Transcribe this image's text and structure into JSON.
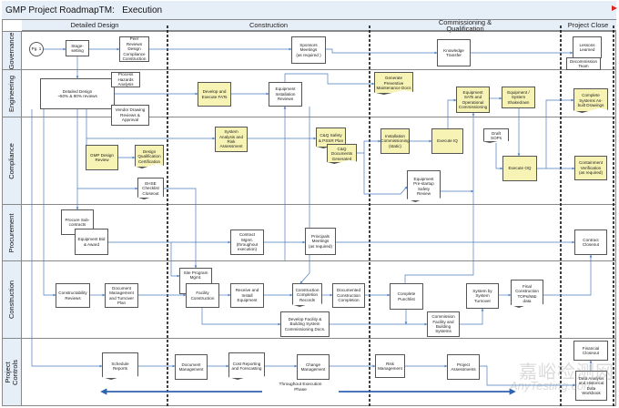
{
  "title": "GMP Project RoadmapTM:   Execution",
  "phases": [
    "Detailed Design",
    "Construction",
    "Commissioning &\nQualification",
    "Project Close"
  ],
  "lanes": [
    {
      "label": "Governance",
      "nodes": [
        {
          "label": "Pg. 1",
          "shape": "circle",
          "fill": "white"
        },
        {
          "label": "Stage-\nsetting",
          "shape": "process",
          "fill": "white"
        },
        {
          "label": "Peer\nReviews\nDesign\nCompliance\nConstruction",
          "shape": "process",
          "fill": "white"
        },
        {
          "label": "Sponsors\nMeetings\n(as required )",
          "shape": "process",
          "fill": "white"
        },
        {
          "label": "Knowledge\nTransfer",
          "shape": "process",
          "fill": "white"
        },
        {
          "label": "Lessons\nLearned",
          "shape": "process",
          "fill": "white"
        },
        {
          "label": "Decommission\nTeam",
          "shape": "process",
          "fill": "white"
        }
      ]
    },
    {
      "label": "Engineering",
      "nodes": [
        {
          "label": "Detailed Design\n~50% & 90% reviews",
          "shape": "process",
          "fill": "white"
        },
        {
          "label": "Process\nHazards\nAnalysis",
          "shape": "process",
          "fill": "white"
        },
        {
          "label": "Vendor Drawing\nReviews &\nApproval",
          "shape": "process",
          "fill": "white"
        },
        {
          "label": "Develop and\nExecute FATs",
          "shape": "process",
          "fill": "yellow"
        },
        {
          "label": "Equipment\nInstallation\nReviews",
          "shape": "process",
          "fill": "white"
        },
        {
          "label": "Generate\nPreventive\nMaintenance Docs",
          "shape": "document",
          "fill": "yellow"
        },
        {
          "label": "Equipment\nSATs and\nOperational\nCommissioning",
          "shape": "process",
          "fill": "yellow"
        },
        {
          "label": "Equipment /\nSystem\nShakedown",
          "shape": "process",
          "fill": "yellow"
        },
        {
          "label": "Complete\nSystems As-\nbuilt Drawings",
          "shape": "document",
          "fill": "yellow"
        }
      ]
    },
    {
      "label": "Compliance",
      "nodes": [
        {
          "label": "System\nAnalysis and\nRisk\nAssessment",
          "shape": "process",
          "fill": "yellow"
        },
        {
          "label": "GMP Design\nReview",
          "shape": "process",
          "fill": "yellow"
        },
        {
          "label": "Design\nQualification\nCertification",
          "shape": "document",
          "fill": "yellow"
        },
        {
          "label": "EHSE\nChecklist\nCloseout",
          "shape": "document",
          "fill": "white"
        },
        {
          "label": "C&Q Safety\n& PSSR Plan",
          "shape": "document",
          "fill": "yellow"
        },
        {
          "label": "C&Q\nDocuments\nGenerated",
          "shape": "document",
          "fill": "yellow"
        },
        {
          "label": "Installation\nCommissioning\n(static)",
          "shape": "process",
          "fill": "yellow"
        },
        {
          "label": "Execute IQ",
          "shape": "process",
          "fill": "yellow"
        },
        {
          "label": "Draft\nSOPs",
          "shape": "document",
          "fill": "white"
        },
        {
          "label": "Execute OQ",
          "shape": "process",
          "fill": "yellow"
        },
        {
          "label": "Containment\nVerification\n(as required)",
          "shape": "process",
          "fill": "yellow"
        },
        {
          "label": "Equipment\nPre-startup\nSafety\nReview",
          "shape": "document",
          "fill": "white"
        }
      ]
    },
    {
      "label": "Procurement",
      "nodes": [
        {
          "label": "Procure Sub-\ncontracts",
          "shape": "process",
          "fill": "white"
        },
        {
          "label": "Equipment Bid\n& Award",
          "shape": "process",
          "fill": "white"
        },
        {
          "label": "Contract\nMgmt.\n(throughout\nexecution)",
          "shape": "process",
          "fill": "white"
        },
        {
          "label": "Principals\nMeetings\n(as required)",
          "shape": "process",
          "fill": "white"
        },
        {
          "label": "Contract\nCloseout",
          "shape": "process",
          "fill": "white"
        }
      ]
    },
    {
      "label": "Construction",
      "nodes": [
        {
          "label": "Constructability\nReviews",
          "shape": "process",
          "fill": "white"
        },
        {
          "label": "Document\nManagement\nand Turnover\nPlan",
          "shape": "process",
          "fill": "white"
        },
        {
          "label": "Site Program\nMgmt.",
          "shape": "process",
          "fill": "white"
        },
        {
          "label": "Facility\nConstruction",
          "shape": "process",
          "fill": "white"
        },
        {
          "label": "Receive and\nInstall\nEquipment",
          "shape": "process",
          "fill": "white"
        },
        {
          "label": "Construction\nCompletion\nRecords",
          "shape": "document",
          "fill": "white"
        },
        {
          "label": "Documented\nConstruction\nCompletion",
          "shape": "process",
          "fill": "white"
        },
        {
          "label": "Develop Facility  &\nBuilding System\nCommissioning Docs.",
          "shape": "process",
          "fill": "white"
        },
        {
          "label": "Complete\nPunchlist",
          "shape": "process",
          "fill": "white"
        },
        {
          "label": "Commission\nFacility and\nBuilding\nSystems",
          "shape": "process",
          "fill": "white"
        },
        {
          "label": "System by\nSystem\nTurnover",
          "shape": "process",
          "fill": "white"
        },
        {
          "label": "Final\nConstruction\nTOPs/M&I\ndata",
          "shape": "document",
          "fill": "white"
        }
      ]
    },
    {
      "label": "Project\nControls",
      "nodes": [
        {
          "label": "Schedule\nReports",
          "shape": "document",
          "fill": "white"
        },
        {
          "label": "Document\nManagement",
          "shape": "process",
          "fill": "white"
        },
        {
          "label": "Cost Reporting\nand Forecasting",
          "shape": "document",
          "fill": "white"
        },
        {
          "label": "Change\nManagement",
          "shape": "process",
          "fill": "white"
        },
        {
          "label": "Risk\nManagement",
          "shape": "process",
          "fill": "white"
        },
        {
          "label": "Project\nAssessments",
          "shape": "process",
          "fill": "white"
        },
        {
          "label": "Financial\nCloseout",
          "shape": "process",
          "fill": "white"
        },
        {
          "label": "Data Analysis\nand Historical\nData\nWorkbook",
          "shape": "process",
          "fill": "white"
        }
      ]
    }
  ],
  "throughout_label": "Throughout Execution\nPhase",
  "watermark": {
    "cn": "嘉峪检测网",
    "en": "AnyTesting.com"
  },
  "colors": {
    "header_bg": "#e6eef8",
    "task_yellow": "#f7f3b4",
    "connector": "#4a7cc0",
    "phase_divider": "#111111"
  }
}
